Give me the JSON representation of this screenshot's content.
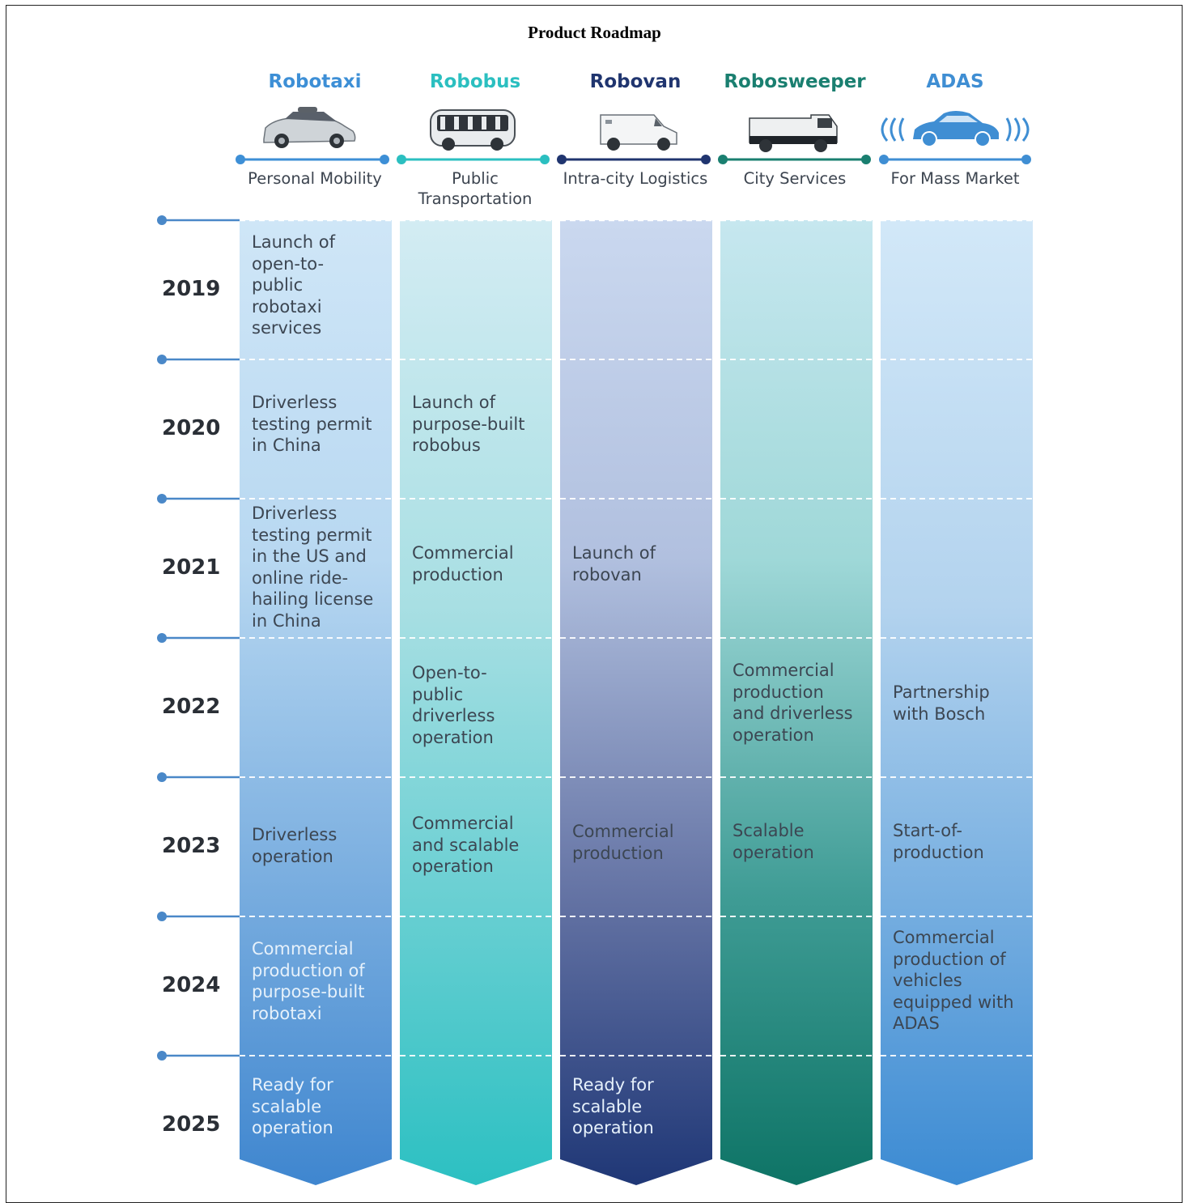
{
  "title": "Product Roadmap",
  "colors": {
    "robotaxi": "#3d8fd6",
    "robobus": "#2bbfc0",
    "robovan": "#20356f",
    "robosweeper": "#1a7f70",
    "adas": "#3f8ed3",
    "timeline": "#4a88c8"
  },
  "categories": [
    {
      "name": "Robotaxi",
      "description": "Personal Mobility",
      "icon": "robotaxi-car-icon"
    },
    {
      "name": "Robobus",
      "description": "Public\nTransportation",
      "icon": "robobus-icon"
    },
    {
      "name": "Robovan",
      "description": "Intra-city Logistics",
      "icon": "robovan-icon"
    },
    {
      "name": "Robosweeper",
      "description": "City Services",
      "icon": "robosweeper-icon"
    },
    {
      "name": "ADAS",
      "description": "For Mass Market",
      "icon": "adas-car-signal-icon"
    }
  ],
  "years": [
    "2019",
    "2020",
    "2021",
    "2022",
    "2023",
    "2024",
    "2025"
  ],
  "milestones": {
    "robotaxi": [
      "Launch of\nopen-to-\npublic\nrobotaxi\nservices",
      "Driverless\ntesting permit\nin China",
      "Driverless\ntesting permit\nin the US and\nonline ride-\nhailing license\nin China",
      "",
      "Driverless\noperation",
      "Commercial\nproduction of\npurpose-built\nrobotaxi",
      "Ready for\nscalable\noperation"
    ],
    "robobus": [
      "",
      "Launch of\npurpose-built\nrobobus",
      "Commercial\nproduction",
      "Open-to-\npublic\ndriverless\noperation",
      "Commercial\nand scalable\noperation",
      "",
      ""
    ],
    "robovan": [
      "",
      "",
      "Launch of\nrobovan",
      "",
      "Commercial\nproduction",
      "",
      "Ready for\nscalable\noperation"
    ],
    "robosweeper": [
      "",
      "",
      "",
      "Commercial\nproduction\nand driverless\noperation",
      "Scalable\noperation",
      "",
      ""
    ],
    "adas": [
      "",
      "",
      "",
      "Partnership\nwith Bosch",
      "Start-of-\nproduction",
      "Commercial\nproduction of\nvehicles\nequipped with\nADAS",
      ""
    ]
  }
}
